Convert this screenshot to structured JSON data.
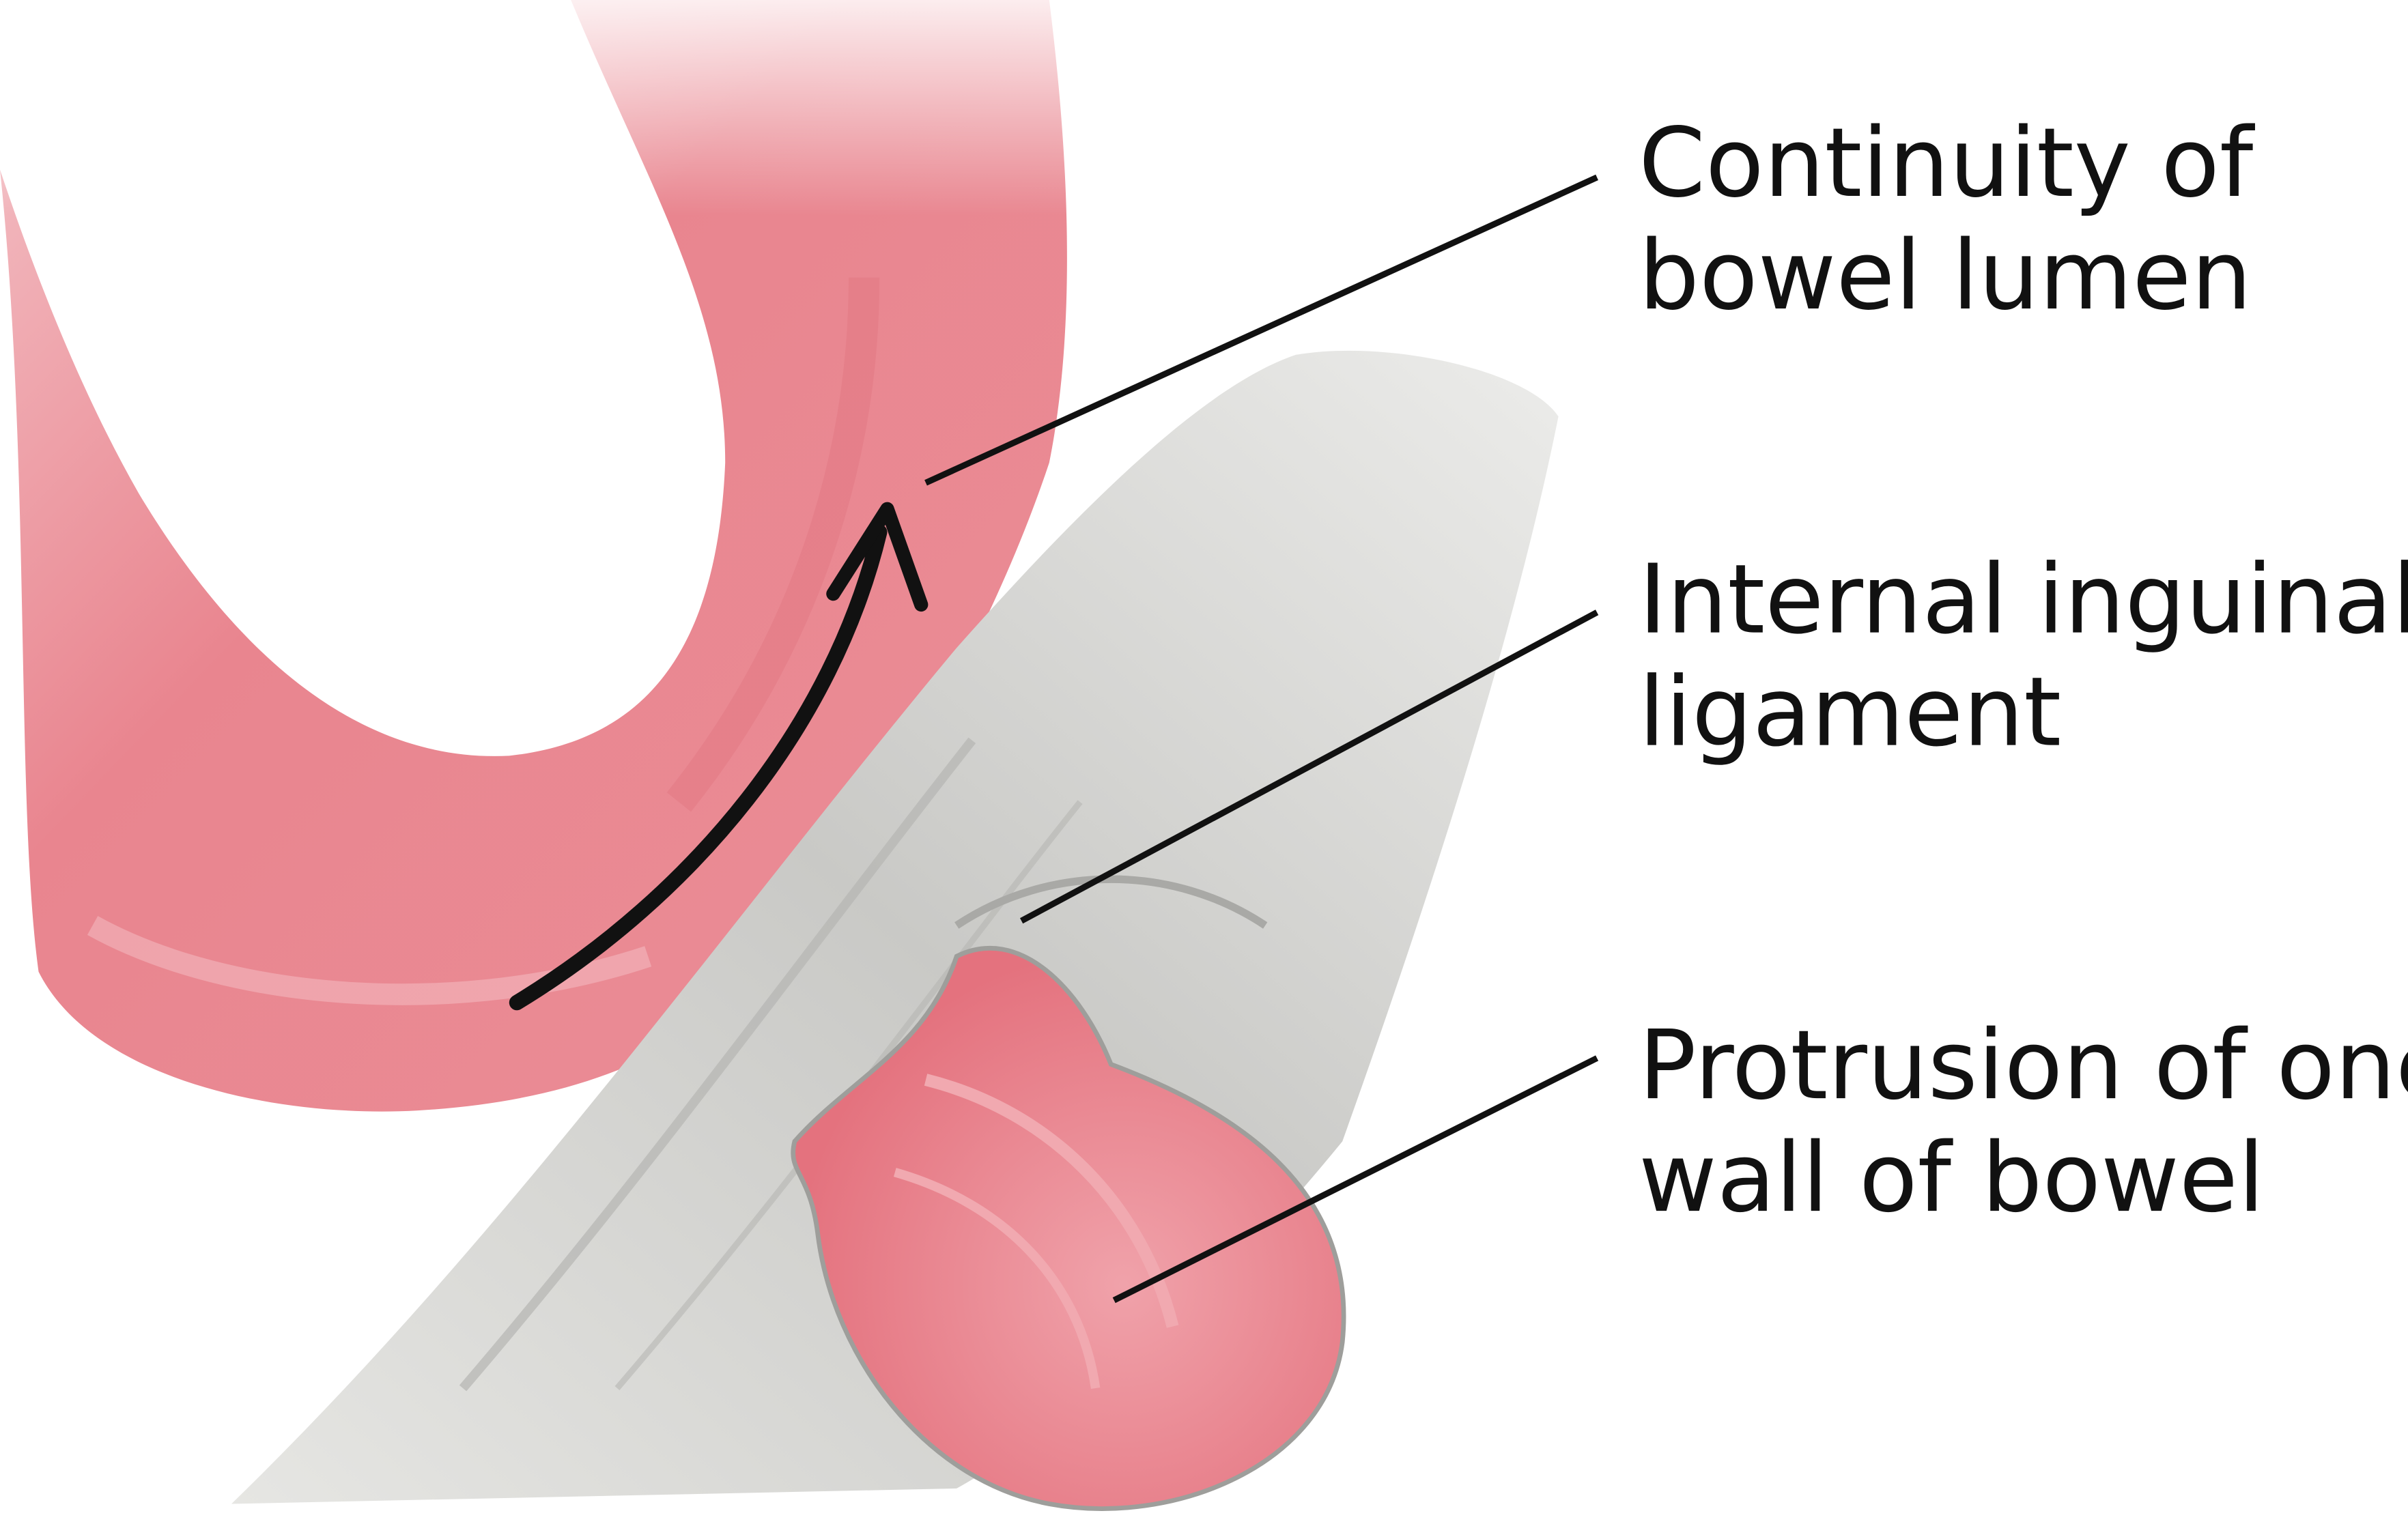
{
  "labels": {
    "lumen": [
      "Continuity of",
      "bowel lumen"
    ],
    "ligament": [
      "Internal inguinal",
      "ligament"
    ],
    "protrusion": [
      "Protrusion of one",
      "wall of bowel"
    ]
  },
  "colors": {
    "bowel": "#e98a93",
    "bowel_dark": "#e06f7b",
    "bowel_light": "#f2b5bb",
    "ligament": "#cfcfcc",
    "ligament_dark": "#a9a9a6",
    "line": "#111111"
  }
}
